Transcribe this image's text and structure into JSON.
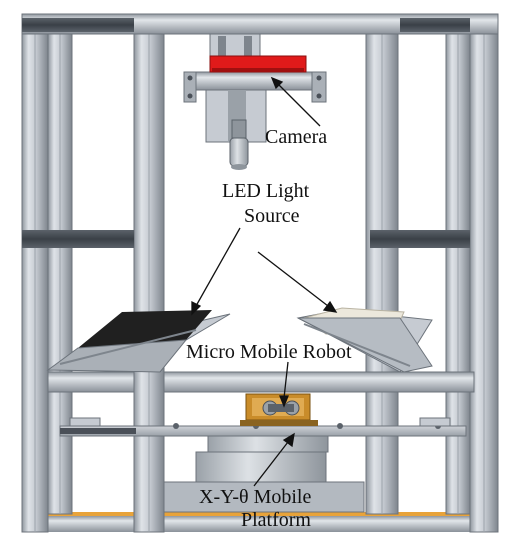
{
  "figure": {
    "labels": {
      "camera": "Camera",
      "led_line1": "LED  Light",
      "led_line2": "Source",
      "robot": "Micro Mobile Robot",
      "platform_line1": "X-Y-θ Mobile",
      "platform_line2": "Platform"
    },
    "colors": {
      "frame": "#c6cbd2",
      "frame_dark": "#4a5058",
      "frame_edge": "#7d848c",
      "camera_red": "#e01a1a",
      "panel_dark": "#202020",
      "panel_light": "#ece8dc",
      "robot_gold": "#c98c2a",
      "base_orange": "#e8a33a"
    }
  }
}
